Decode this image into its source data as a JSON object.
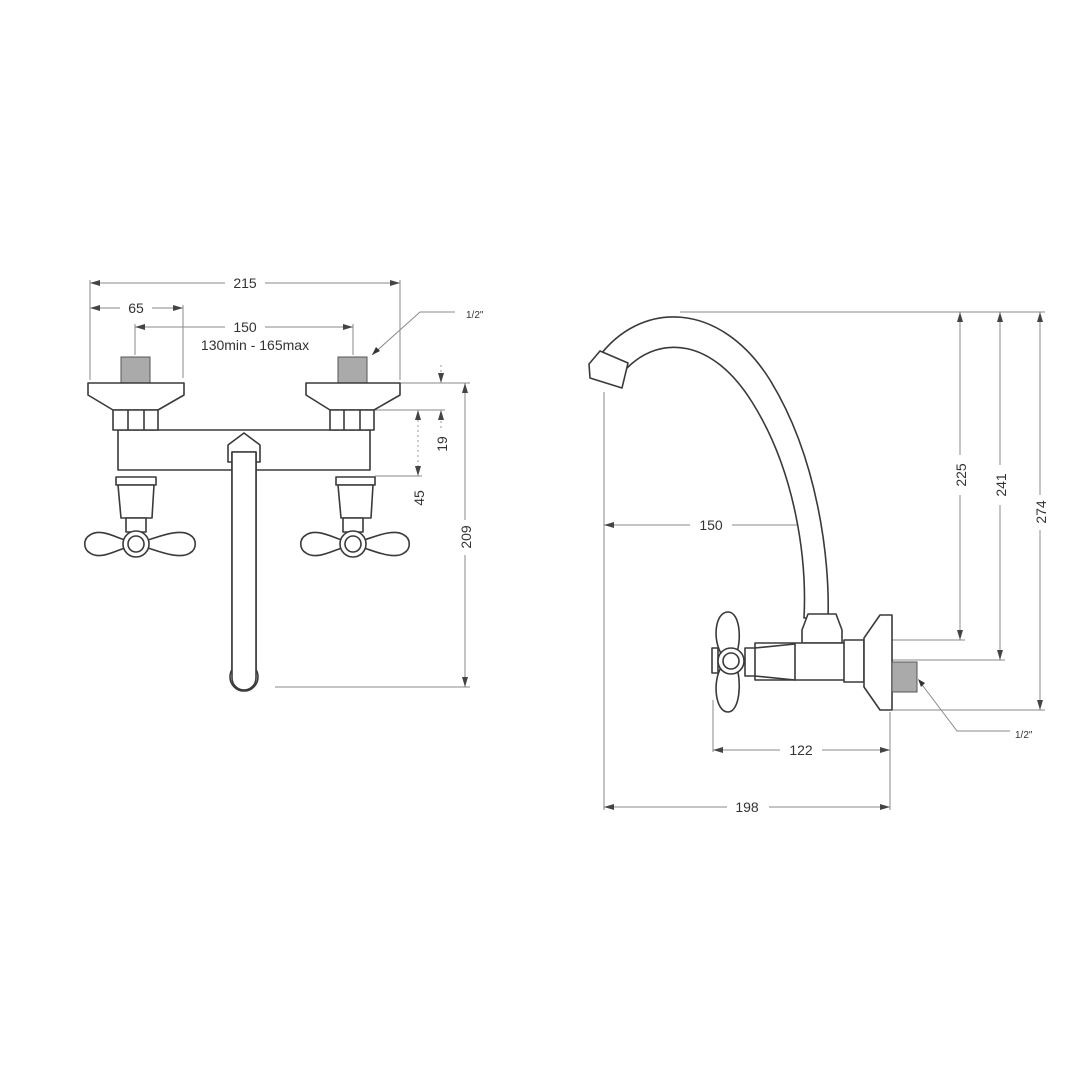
{
  "front_view": {
    "dim_overall_width": "215",
    "dim_flange_width": "65",
    "dim_centers": "150",
    "dim_centers_range": "130min - 165max",
    "thread_size": "1/2\"",
    "dim_flange_to_nut": "19",
    "dim_nut_to_ring": "45",
    "dim_total_height": "209"
  },
  "side_view": {
    "dim_spout_reach": "150",
    "dim_height_to_body": "225",
    "dim_height_to_center": "241",
    "dim_overall_height": "274",
    "dim_handle_to_wall": "122",
    "dim_overall_depth": "198",
    "thread_size": "1/2\""
  }
}
